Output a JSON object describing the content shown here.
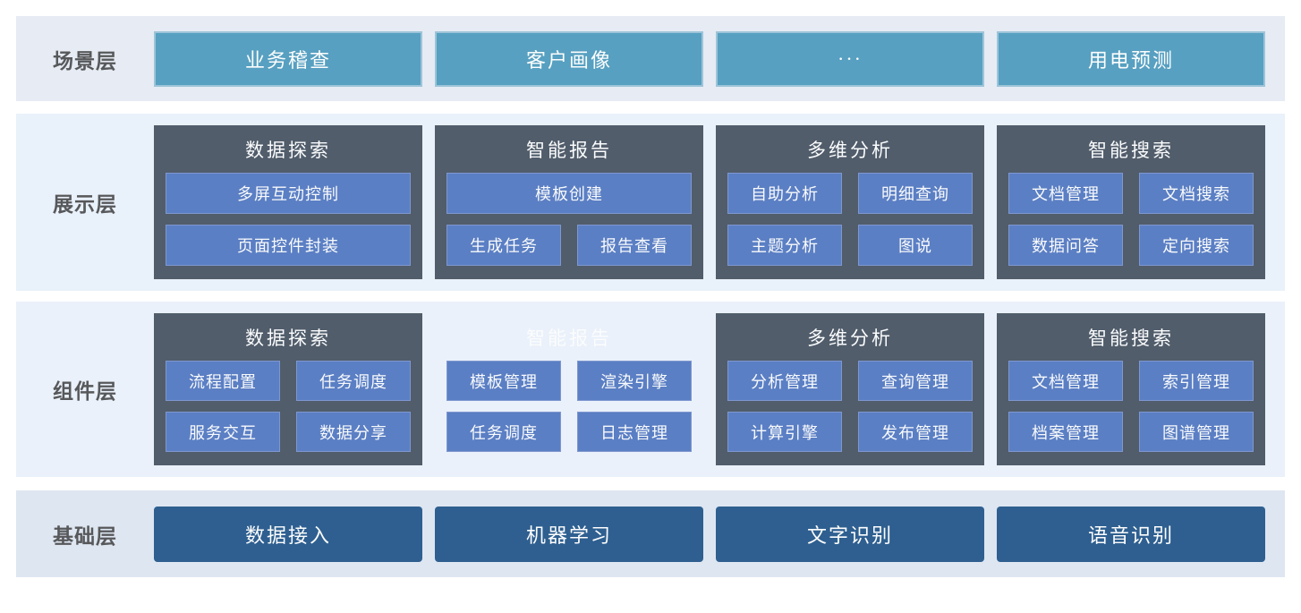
{
  "colors": {
    "scene_button_bg": "#57a0c1",
    "scene_button_border": "#9dc4d8",
    "card_bg": "#515d6b",
    "item_button_bg": "#5b7fc4",
    "item_button_border": "#7e97cf",
    "foundation_button_bg": "#2e5f90",
    "band_scene_bg": "#e6ebf4",
    "band_display_bg": "#e9f1fa",
    "band_component_bg": "#eaf1fa",
    "band_foundation_bg": "#dee6f1",
    "layer_label_color": "#57585a",
    "text_color": "#ffffff"
  },
  "layers": [
    {
      "id": "scene",
      "label": "场景层",
      "buttons": [
        "业务稽查",
        "客户画像",
        "···",
        "用电预测"
      ]
    },
    {
      "id": "display",
      "label": "展示层",
      "cards": [
        {
          "title": "数据探索",
          "dark": true,
          "rows": [
            [
              "多屏互动控制"
            ],
            [
              "页面控件封装"
            ]
          ]
        },
        {
          "title": "智能报告",
          "dark": true,
          "rows": [
            [
              "模板创建"
            ],
            [
              "生成任务",
              "报告查看"
            ]
          ]
        },
        {
          "title": "多维分析",
          "dark": true,
          "rows": [
            [
              "自助分析",
              "明细查询"
            ],
            [
              "主题分析",
              "图说"
            ]
          ]
        },
        {
          "title": "智能搜索",
          "dark": true,
          "rows": [
            [
              "文档管理",
              "文档搜索"
            ],
            [
              "数据问答",
              "定向搜索"
            ]
          ]
        }
      ]
    },
    {
      "id": "component",
      "label": "组件层",
      "cards": [
        {
          "title": "数据探索",
          "dark": true,
          "rows": [
            [
              "流程配置",
              "任务调度"
            ],
            [
              "服务交互",
              "数据分享"
            ]
          ]
        },
        {
          "title": "智能报告",
          "dark": false,
          "rows": [
            [
              "模板管理",
              "渲染引擎"
            ],
            [
              "任务调度",
              "日志管理"
            ]
          ]
        },
        {
          "title": "多维分析",
          "dark": true,
          "rows": [
            [
              "分析管理",
              "查询管理"
            ],
            [
              "计算引擎",
              "发布管理"
            ]
          ]
        },
        {
          "title": "智能搜索",
          "dark": true,
          "rows": [
            [
              "文档管理",
              "索引管理"
            ],
            [
              "档案管理",
              "图谱管理"
            ]
          ]
        }
      ]
    },
    {
      "id": "foundation",
      "label": "基础层",
      "buttons": [
        "数据接入",
        "机器学习",
        "文字识别",
        "语音识别"
      ]
    }
  ]
}
